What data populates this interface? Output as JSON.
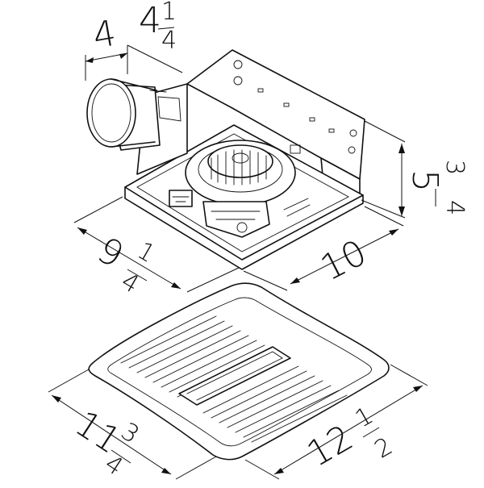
{
  "dimensions": {
    "duct_depth": {
      "whole": "4",
      "num": "",
      "den": ""
    },
    "duct_height": {
      "whole": "4",
      "num": "1",
      "den": "4"
    },
    "housing_height": {
      "whole": "5",
      "num": "3",
      "den": "4"
    },
    "housing_width": {
      "whole": "9",
      "num": "1",
      "den": "4"
    },
    "housing_length": {
      "whole": "10",
      "num": "",
      "den": ""
    },
    "grille_width": {
      "whole": "11",
      "num": "3",
      "den": "4"
    },
    "grille_length": {
      "whole": "12",
      "num": "1",
      "den": "2"
    }
  }
}
